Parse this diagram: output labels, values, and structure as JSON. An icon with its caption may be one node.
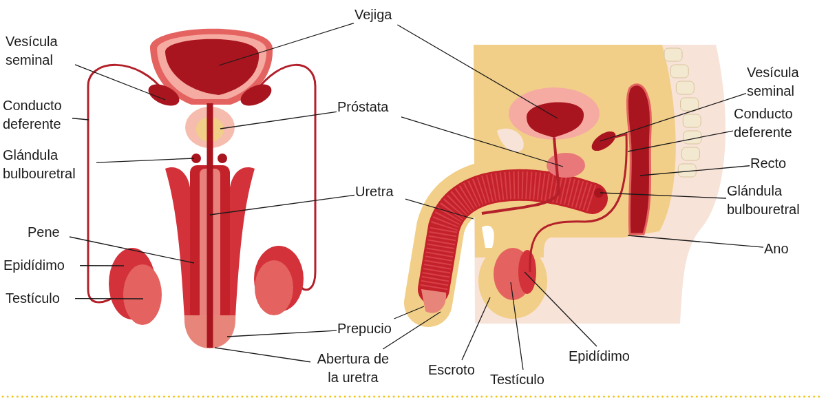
{
  "diagram": {
    "nodes": [
      {
        "text": [
          "Vejiga"
        ]
      },
      {
        "text": [
          "Vesícula seminal"
        ]
      },
      {
        "text": [
          "Vesícula seminal"
        ]
      },
      {
        "text": [
          "Próstata"
        ]
      },
      {
        "text": [
          "Conducto deferente"
        ]
      },
      {
        "text": [
          "Conducto deferente"
        ]
      },
      {
        "text": [
          "Glándula bulbouretral"
        ]
      },
      {
        "text": [
          "Recto"
        ]
      },
      {
        "text": [
          "Uretra"
        ]
      },
      {
        "text": [
          "Glándula bulbouretral"
        ]
      },
      {
        "text": [
          "Pene"
        ]
      },
      {
        "text": [
          "Ano"
        ]
      },
      {
        "text": [
          "Epidídimo"
        ]
      },
      {
        "text": [
          "Testículo"
        ]
      },
      {
        "text": [
          "Prepucio"
        ]
      },
      {
        "text": [
          "Epidídimo"
        ]
      },
      {
        "text": [
          "Abertura de la uretra"
        ]
      },
      {
        "text": [
          "Escroto"
        ]
      },
      {
        "text": [
          "Testículo"
        ]
      }
    ],
    "edges": [
      {
        "from": 0,
        "to": null,
        "arrow": "none"
      },
      {
        "from": 0,
        "to": null,
        "arrow": "none"
      },
      {
        "from": 1,
        "to": null,
        "arrow": "none"
      },
      {
        "from": 2,
        "to": null,
        "arrow": "none"
      },
      {
        "from": 3,
        "to": null,
        "arrow": "none"
      },
      {
        "from": 3,
        "to": null,
        "arrow": "none"
      },
      {
        "from": 4,
        "to": null,
        "arrow": "none"
      },
      {
        "from": 5,
        "to": null,
        "arrow": "none"
      },
      {
        "from": 6,
        "to": null,
        "arrow": "none"
      },
      {
        "from": 7,
        "to": null,
        "arrow": "none"
      },
      {
        "from": 8,
        "to": null,
        "arrow": "none"
      },
      {
        "from": 8,
        "to": null,
        "arrow": "none"
      },
      {
        "from": 9,
        "to": null,
        "arrow": "none"
      },
      {
        "from": 10,
        "to": null,
        "arrow": "none"
      },
      {
        "from": 11,
        "to": null,
        "arrow": "none"
      },
      {
        "from": 12,
        "to": null,
        "arrow": "none"
      },
      {
        "from": 13,
        "to": null,
        "arrow": "none"
      },
      {
        "from": 14,
        "to": null,
        "arrow": "none"
      },
      {
        "from": 14,
        "to": null,
        "arrow": "none"
      },
      {
        "from": 15,
        "to": null,
        "arrow": "none"
      },
      {
        "from": 16,
        "to": null,
        "arrow": "none"
      },
      {
        "from": 16,
        "to": null,
        "arrow": "none"
      },
      {
        "from": 17,
        "to": null,
        "arrow": "none"
      },
      {
        "from": 18,
        "to": null,
        "arrow": "none"
      }
    ]
  }
}
